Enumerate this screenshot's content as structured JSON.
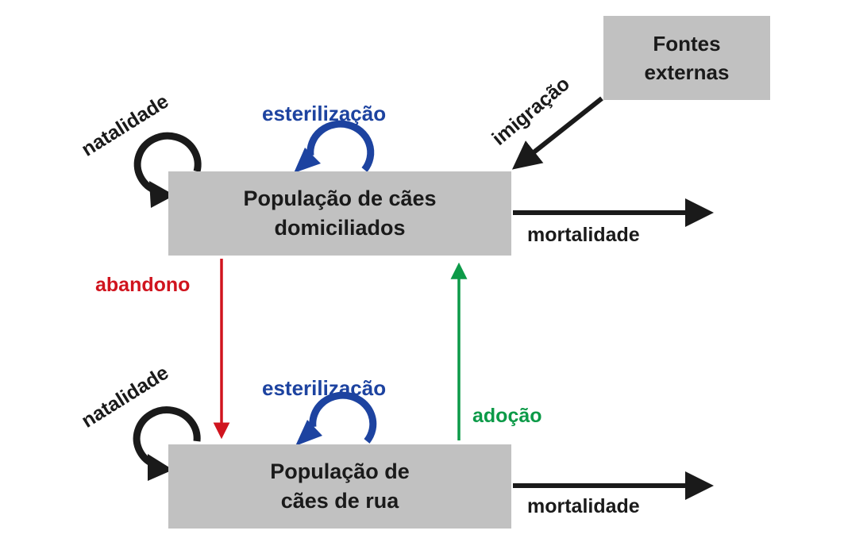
{
  "nodes": {
    "domestic": {
      "line1": "População de cães",
      "line2": "domiciliados"
    },
    "street": {
      "line1": "População de",
      "line2": "cães de rua"
    },
    "external": {
      "line1": "Fontes",
      "line2": "externas"
    }
  },
  "labels": {
    "birth_top": "natalidade",
    "birth_bottom": "natalidade",
    "sterilization_top": "esterilização",
    "sterilization_bottom": "esterilização",
    "immigration": "imigração",
    "mortality_top": "mortalidade",
    "mortality_bottom": "mortalidade",
    "abandonment": "abandono",
    "adoption": "adoção"
  },
  "colors": {
    "box_fill": "#c1c1c1",
    "text_dark": "#1a1a1a",
    "sterilization_blue": "#1d43a0",
    "abandonment_red": "#d0141e",
    "adoption_green": "#0c9a48",
    "arrow_black": "#1a1a1a"
  }
}
